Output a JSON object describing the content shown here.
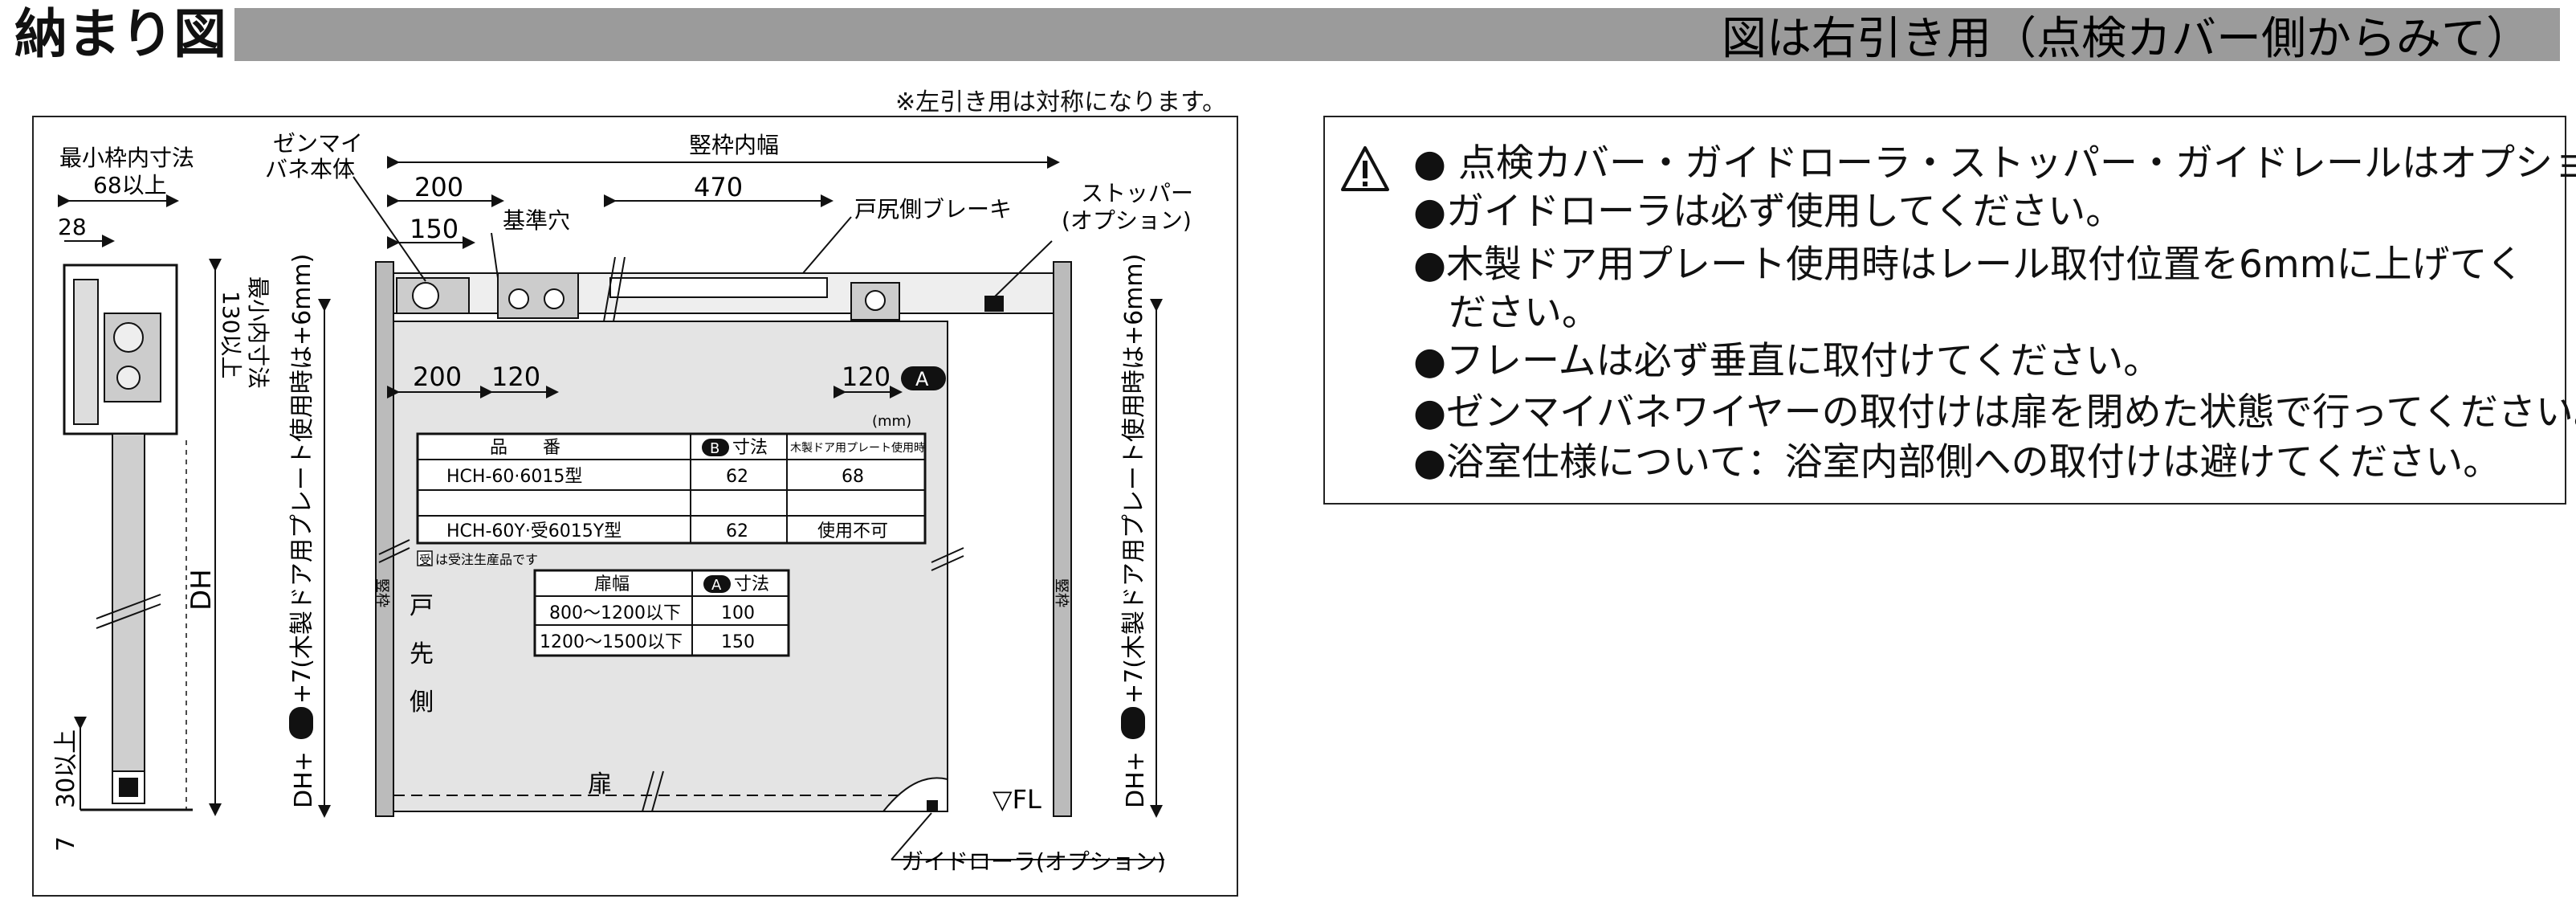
{
  "header": {
    "title": "納まり図",
    "subtitle": "図は右引き用（点検カバー側からみて）"
  },
  "note_symmetric": "※左引き用は対称になります。",
  "diagram": {
    "labels": {
      "min_frame_inner": "最小枠内寸法",
      "min_frame_inner_value": "68以上",
      "dim_28": "28",
      "zenmai": "ゼンマイ",
      "zenmai_body": "バネ本体",
      "dim_200_top": "200",
      "dim_150": "150",
      "kijun": "基準穴",
      "tatewaku_naihaba": "竪枠内幅",
      "dim_470": "470",
      "tojiri_brake": "戸尻側ブレーキ",
      "stopper": "ストッパー",
      "stopper_option": "(オプション)",
      "dim_200_mid": "200",
      "dim_120_mid": "120",
      "dim_120_right": "120",
      "marker_a": "A",
      "marker_b": "B",
      "unit": "(mm)",
      "min_inner_vertical": "最小内寸法",
      "min_inner_value": "130以上",
      "dh_left": "DH+",
      "dh_left_rest": "+7(木製ドア用プレート使用時は+6mm)",
      "dh_right": "DH+",
      "dh_right_rest": "+7(木製ドア用プレート使用時は+6mm)",
      "dh_side": "DH",
      "dim_7": "7",
      "dim_30": "30以上",
      "tatewaku_left": "竪枠",
      "tatewaku_right": "竪枠",
      "tosaki_1": "戸",
      "tosaki_2": "先",
      "tosaki_3": "側",
      "tobira": "扉",
      "fl": "▽FL",
      "guide_roller": "ガイドローラ(オプション)",
      "juchu_note": "は受注生産品です",
      "juchu_mark": "受"
    },
    "table1": {
      "headers": [
        "品　　番",
        "寸法",
        "木製ドア用プレート使用時"
      ],
      "header_marker": "B",
      "rows": [
        [
          "HCH-60·6015型",
          "62",
          "68"
        ],
        [
          "",
          "",
          ""
        ],
        [
          "HCH-60Y·受6015Y型",
          "62",
          "使用不可"
        ]
      ]
    },
    "table2": {
      "headers": [
        "扉幅",
        "寸法"
      ],
      "header_marker": "A",
      "rows": [
        [
          "800〜1200以下",
          "100"
        ],
        [
          "1200〜1500以下",
          "150"
        ]
      ]
    }
  },
  "notes": [
    "● 点検カバー・ガイドローラ・ストッパー・ガイドレールはオプション。",
    "●ガイドローラは必ず使用してください。",
    "●木製ドア用プレート使用時はレール取付位置を6mmに上げてく",
    "ださい。",
    "●フレームは必ず垂直に取付けてください。",
    "●ゼンマイバネワイヤーの取付けは扉を閉めた状態で行ってください。",
    "●浴室仕様について：浴室内部側への取付けは避けてください。"
  ],
  "icons": {
    "warning": "warning-triangle-icon"
  }
}
